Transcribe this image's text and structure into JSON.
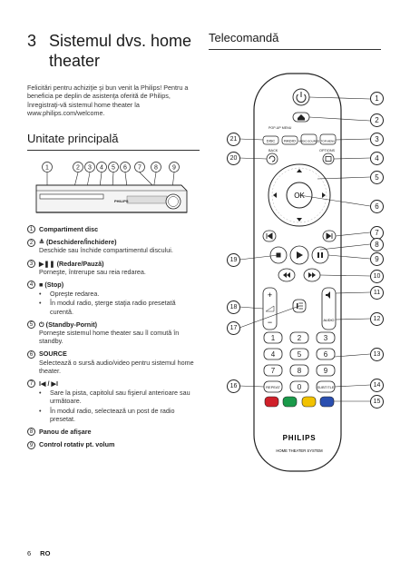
{
  "chapter": {
    "number": "3",
    "title": "Sistemul dvs. home theater"
  },
  "intro": "Felicitări pentru achiziţie şi bun venit la Philips! Pentru a beneficia pe deplin de asistenţa oferită de Philips, înregistraţi-vă sistemul home theater la www.philips.com/welcome.",
  "main_unit": {
    "heading": "Unitate principală",
    "callouts": [
      "1",
      "2",
      "3",
      "4",
      "5",
      "6",
      "7",
      "8",
      "9"
    ],
    "brand": "PHILIPS",
    "items": [
      {
        "n": "1",
        "title": "Compartiment disc"
      },
      {
        "n": "2",
        "title": "≜ (Deschidere/Închidere)",
        "desc": "Deschide sau închide compartimentul discului."
      },
      {
        "n": "3",
        "title": "▶❚❚ (Redare/Pauză)",
        "desc": "Porneşte, întrerupe sau reia redarea."
      },
      {
        "n": "4",
        "title": "■ (Stop)",
        "bullets": [
          "Opreşte redarea.",
          "În modul radio, şterge staţia radio presetată curentă."
        ]
      },
      {
        "n": "5",
        "title": "⏻ (Standby-Pornit)",
        "desc": "Porneşte sistemul home theater sau îl comută în standby."
      },
      {
        "n": "6",
        "title": "SOURCE",
        "desc": "Selectează o sursă audio/video pentru sistemul home theater."
      },
      {
        "n": "7",
        "title": "I◀ / ▶I",
        "bullets": [
          "Sare la pista, capitolul sau fişierul anterioare sau următoare.",
          "În modul radio, selectează un post de radio presetat."
        ]
      },
      {
        "n": "8",
        "title": "Panou de afişare"
      },
      {
        "n": "9",
        "title": "Control rotativ pt. volum"
      }
    ]
  },
  "remote": {
    "heading": "Telecomandă",
    "callouts": [
      "1",
      "2",
      "3",
      "4",
      "5",
      "6",
      "7",
      "8",
      "9",
      "10",
      "11",
      "12",
      "13",
      "14",
      "15",
      "16",
      "17",
      "18",
      "19",
      "20",
      "21"
    ],
    "buttons": {
      "pop_title": "POP-UP MENU",
      "disc": "DISC",
      "radio": "RADIO",
      "audio_source": "AUDIO SOURCE",
      "top_menu": "TOP MENU",
      "back": "BACK",
      "options": "OPTIONS",
      "ok": "OK",
      "audio": "AUDIO",
      "digits": [
        "1",
        "2",
        "3",
        "4",
        "5",
        "6",
        "7",
        "8",
        "9"
      ],
      "zero": "0",
      "repeat": "REPEAT",
      "subtitle": "SUBTITLE"
    },
    "brand": "PHILIPS",
    "model": "HOME THEATER SYSTEM",
    "colors": {
      "red": "#d0202a",
      "green": "#1a9a4a",
      "yellow": "#f2c200",
      "blue": "#2a4fb0"
    }
  },
  "footer": {
    "page": "6",
    "lang": "RO"
  }
}
